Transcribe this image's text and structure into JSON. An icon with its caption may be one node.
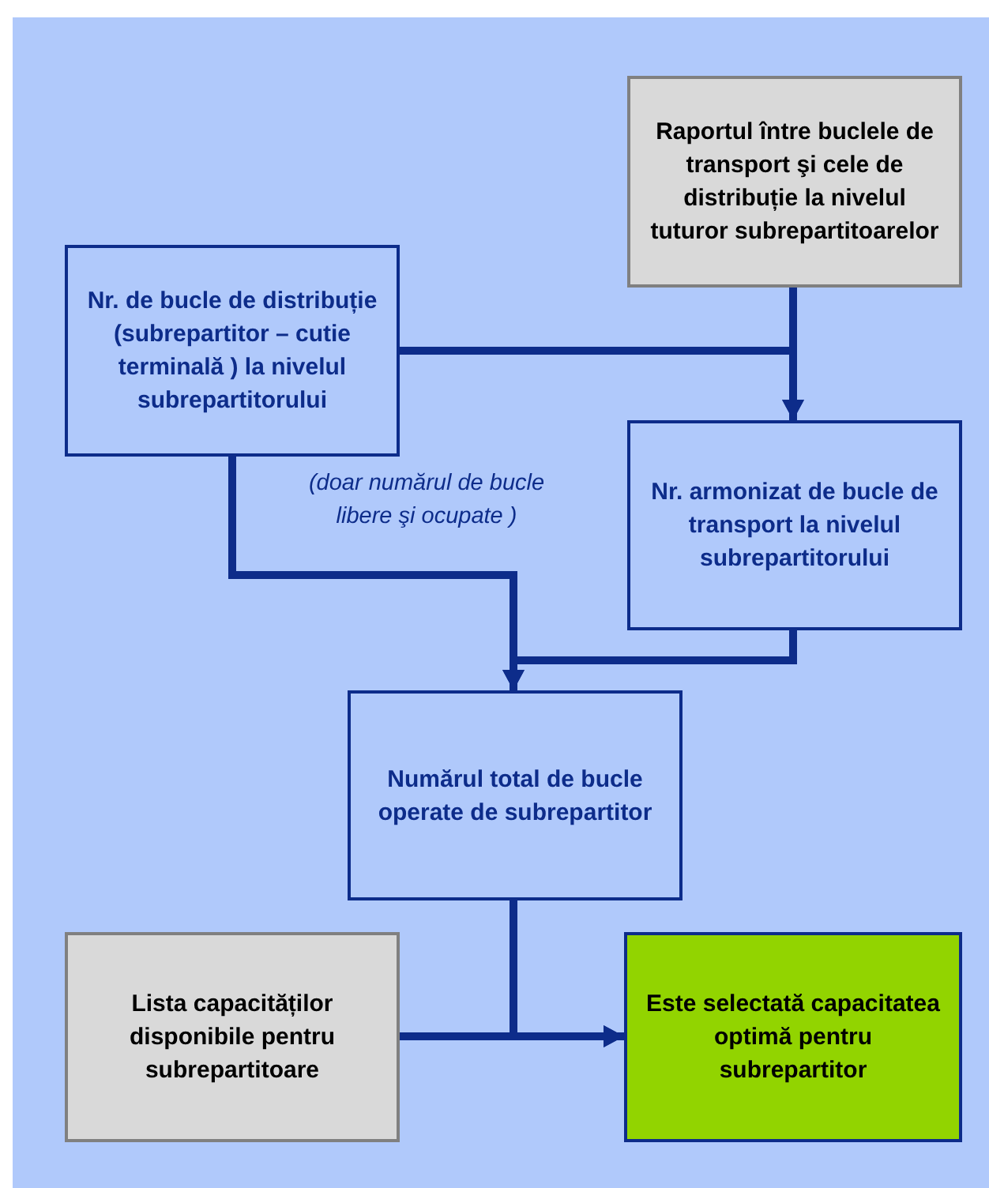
{
  "diagram": {
    "nodes": [
      {
        "text": [
          "Raportul între buclele de transport şi cele de distribuție la nivelul tuturor subrepartitoarelor"
        ]
      },
      {
        "text": [
          "Nr. de bucle de distribuție (subrepartitor – cutie terminală ) la nivelul subrepartitorului"
        ]
      },
      {
        "text": [
          "Nr. armonizat de bucle de transport la nivelul subrepartitorului"
        ]
      },
      {
        "text": [
          "Numărul total de bucle operate de subrepartitor"
        ]
      },
      {
        "text": [
          "Lista capacităților disponibile pentru subrepartitoare"
        ]
      },
      {
        "text": [
          "Este selectată capacitatea optimă pentru subrepartitor"
        ]
      }
    ],
    "edges": [
      {
        "from": 0,
        "to": 2,
        "arrow": "to"
      },
      {
        "from": 1,
        "to": 2,
        "arrow": "to"
      },
      {
        "from": 1,
        "to": 3,
        "arrow": "to",
        "label": "(doar numărul de bucle libere şi ocupate )"
      },
      {
        "from": 2,
        "to": 3,
        "arrow": "to"
      },
      {
        "from": 3,
        "to": 5,
        "arrow": "to"
      },
      {
        "from": 4,
        "to": 5,
        "arrow": "to"
      }
    ]
  }
}
